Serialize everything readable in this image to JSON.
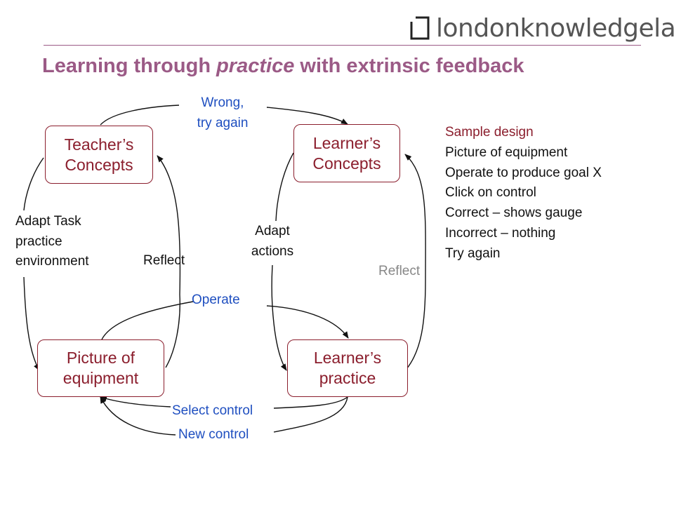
{
  "header": {
    "logo_text": "londonknowledgelab",
    "title_before": "Learning through ",
    "title_emph": "practice",
    "title_after": " with extrinsic feedback"
  },
  "nodes": {
    "teachers_concepts": "Teacher’s\nConcepts",
    "learners_concepts": "Learner’s\nConcepts",
    "picture_of_equipment": "Picture of\nequipment",
    "learners_practice": "Learner’s\npractice"
  },
  "edges": {
    "wrong_try_again": "Wrong,\ntry again",
    "adapt_task": "Adapt Task\npractice\nenvironment",
    "reflect_left": "Reflect",
    "adapt_actions": "Adapt\nactions",
    "reflect_right": "Reflect",
    "operate": "Operate",
    "select_control": "Select control",
    "new_control": "New control"
  },
  "notes": {
    "heading": "Sample design",
    "lines": [
      "Picture of equipment",
      "Operate to produce goal X",
      "Click on control",
      "Correct – shows gauge",
      "Incorrect – nothing",
      "Try again"
    ]
  },
  "colors": {
    "title": "#9b5a86",
    "node": "#8b1e2d",
    "edge_label": "#1f4fc0",
    "muted": "#888888"
  }
}
